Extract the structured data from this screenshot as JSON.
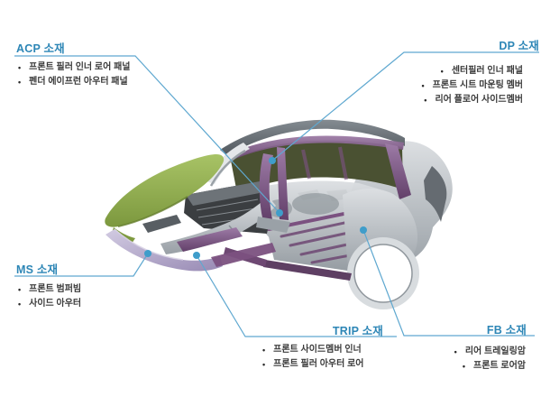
{
  "ui": {
    "bullet": "•"
  },
  "palette": {
    "accent_blue": "#2D86B6",
    "leader_line": "#5FA8D0",
    "dot_blue": "#3F9DCA",
    "item_text": "#3A3A3A",
    "hood_green": "#8BA94D",
    "frame_purple": "#7B5180",
    "bumper_lavender": "#A79BC1",
    "body_gray": "#A9B0B6",
    "roof_gray": "#5D646B",
    "window_olive": "#4A5132"
  },
  "groups": {
    "acp": {
      "label": "ACP 소재",
      "items": [
        "프론트 필러 인너 로어 패널",
        "펜더 에이프런 아우터 패널"
      ]
    },
    "dp": {
      "label": "DP 소재",
      "items": [
        "센터필러 인너 패널",
        "프론트 시트 마운팅 멤버",
        "리어 플로어 사이드멤버"
      ]
    },
    "ms": {
      "label": "MS 소재",
      "items": [
        "프론트 범퍼빔",
        "사이드 아우터"
      ]
    },
    "trip": {
      "label": "TRIP 소재",
      "items": [
        "프론트 사이드멤버 인너",
        "프론트 필러 아우터 로어"
      ]
    },
    "fb": {
      "label": "FB 소재",
      "items": [
        "리어 트레일링암",
        "프론트 로어암"
      ]
    }
  }
}
